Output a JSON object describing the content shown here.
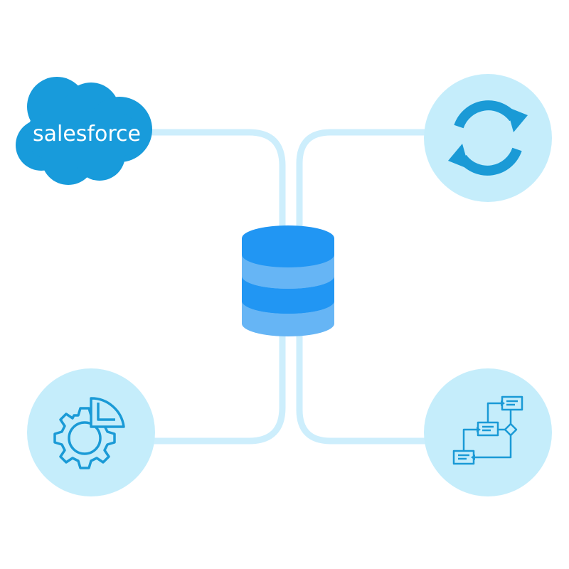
{
  "brand": {
    "name": "salesforce"
  },
  "colors": {
    "connector": "#cdeefc",
    "circle_bg": "#c5edfb",
    "brand_blue": "#189bdb",
    "icon_blue": "#1a9ad6",
    "db_dark": "#2196f3",
    "db_light": "#66b5f5"
  },
  "nodes": [
    {
      "id": "salesforce",
      "icon": "salesforce-cloud-logo"
    },
    {
      "id": "sync",
      "icon": "sync-arrows-icon"
    },
    {
      "id": "database",
      "icon": "database-icon"
    },
    {
      "id": "settings",
      "icon": "gear-chart-icon"
    },
    {
      "id": "workflow",
      "icon": "flowchart-icon"
    }
  ]
}
